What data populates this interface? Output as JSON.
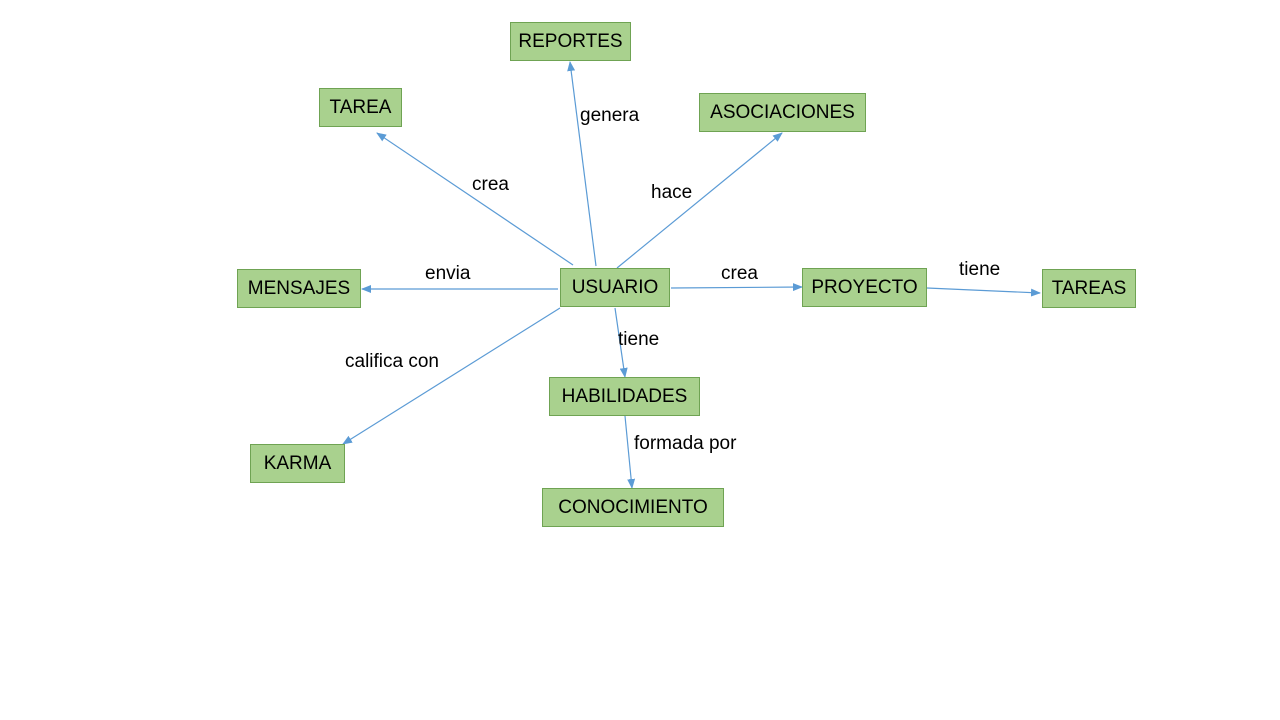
{
  "colors": {
    "node_fill": "#a9d18e",
    "node_border": "#6fa353",
    "edge": "#5b9bd5"
  },
  "nodes": {
    "usuario": "USUARIO",
    "reportes": "REPORTES",
    "tarea": "TAREA",
    "asociaciones": "ASOCIACIONES",
    "mensajes": "MENSAJES",
    "proyecto": "PROYECTO",
    "tareas": "TAREAS",
    "habilidades": "HABILIDADES",
    "karma": "KARMA",
    "conocimiento": "CONOCIMIENTO"
  },
  "edges": {
    "usuario_tarea": "crea",
    "usuario_reportes": "genera",
    "usuario_asociaciones": "hace",
    "usuario_mensajes": "envia",
    "usuario_proyecto": "crea",
    "proyecto_tareas": "tiene",
    "usuario_habilidades": "tiene",
    "usuario_karma": "califica con",
    "habilidades_conocimiento": "formada por"
  }
}
